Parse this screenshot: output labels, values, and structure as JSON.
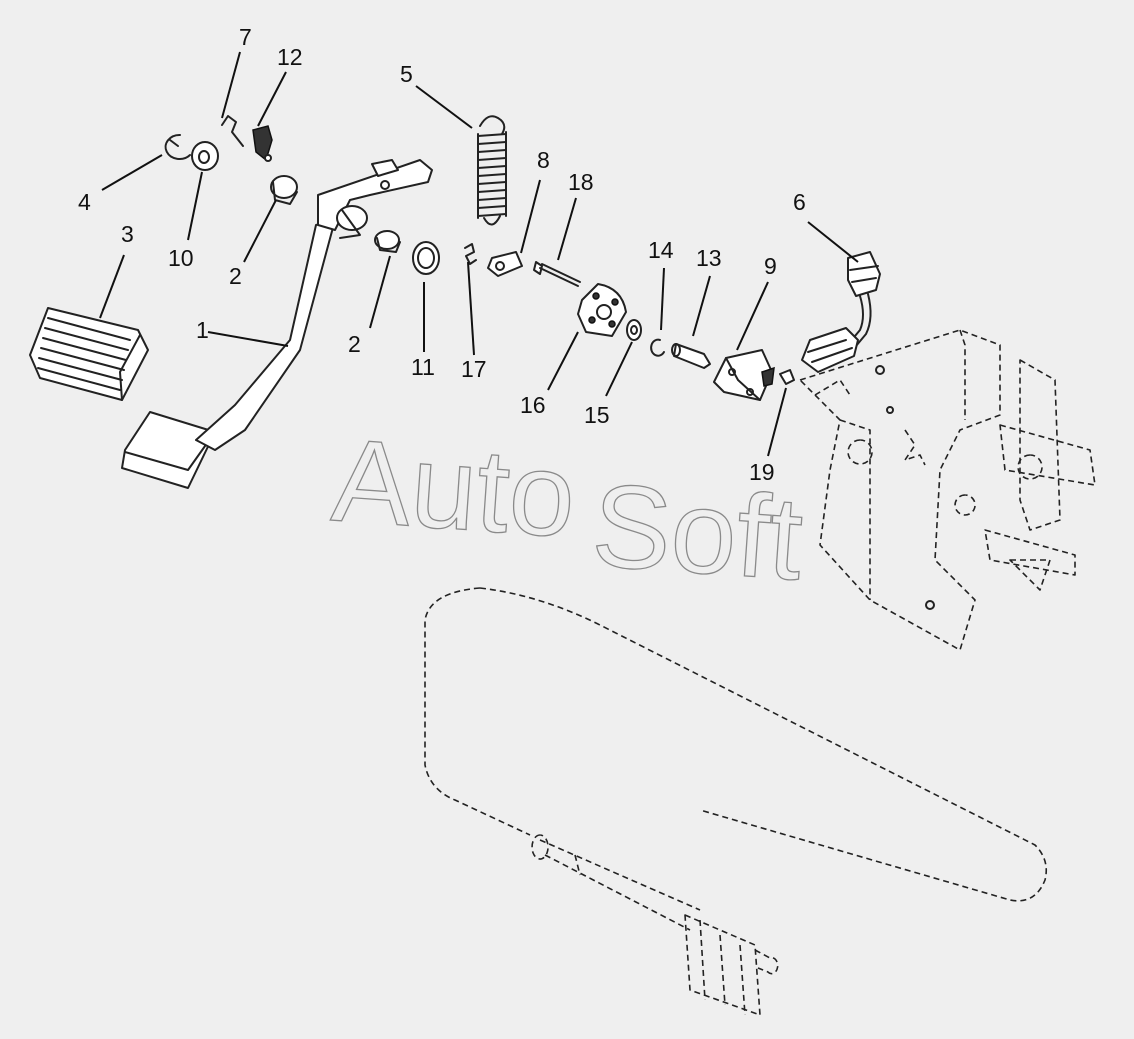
{
  "watermark": {
    "first": "Auto",
    "second": "Soft"
  },
  "callouts": {
    "c1": "1",
    "c2a": "2",
    "c2b": "2",
    "c3": "3",
    "c4": "4",
    "c5": "5",
    "c6": "6",
    "c7": "7",
    "c8": "8",
    "c9": "9",
    "c10": "10",
    "c11": "11",
    "c12": "12",
    "c13": "13",
    "c14": "14",
    "c15": "15",
    "c16": "16",
    "c17": "17",
    "c18": "18",
    "c19": "19"
  }
}
